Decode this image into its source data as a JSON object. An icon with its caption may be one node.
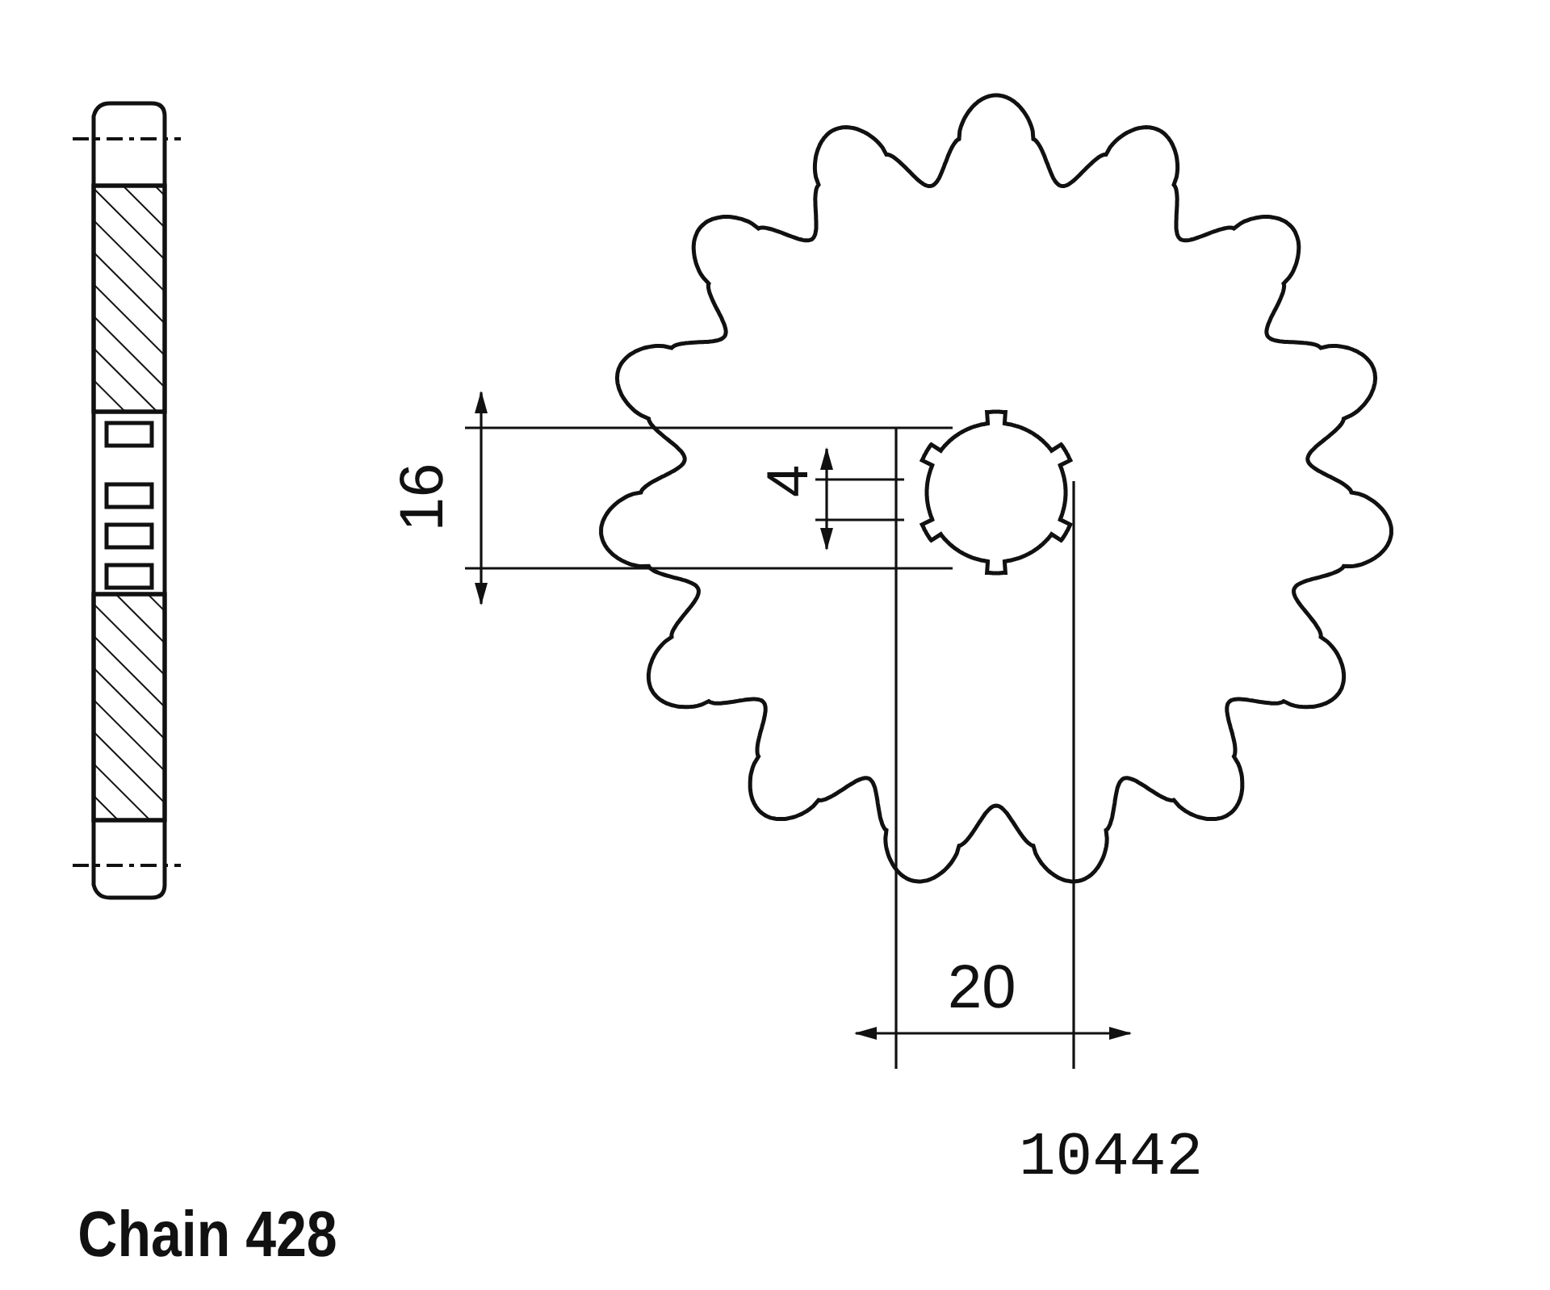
{
  "diagram": {
    "labels": [
      "16",
      "4",
      "20",
      "10442",
      "Chain 428"
    ]
  }
}
